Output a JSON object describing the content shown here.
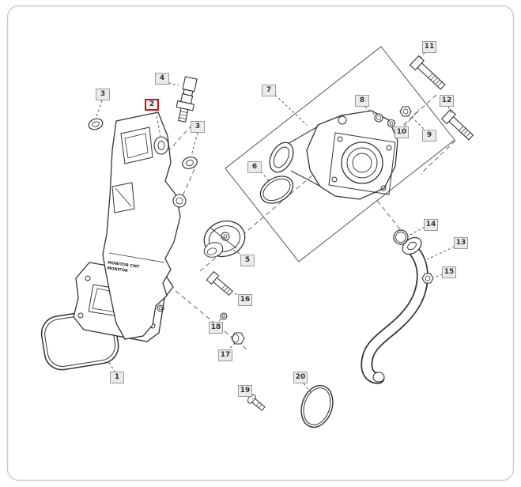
{
  "diagram": {
    "name": "exploded-parts-diagram",
    "highlighted_callout": "2",
    "highlight_color": "#cc1414",
    "line_color": "#333333",
    "callouts": {
      "c1": "1",
      "c2": "2",
      "c3a": "3",
      "c3b": "3",
      "c4": "4",
      "c5": "5",
      "c6": "6",
      "c7": "7",
      "c8": "8",
      "c9": "9",
      "c10": "10",
      "c11": "11",
      "c12": "12",
      "c13": "13",
      "c14": "14",
      "c15": "15",
      "c16": "16",
      "c17": "17",
      "c18": "18",
      "c19": "19",
      "c20": "20"
    },
    "cast_text": {
      "line1": "MONITOR CMT",
      "line2": "MONITOR"
    }
  }
}
